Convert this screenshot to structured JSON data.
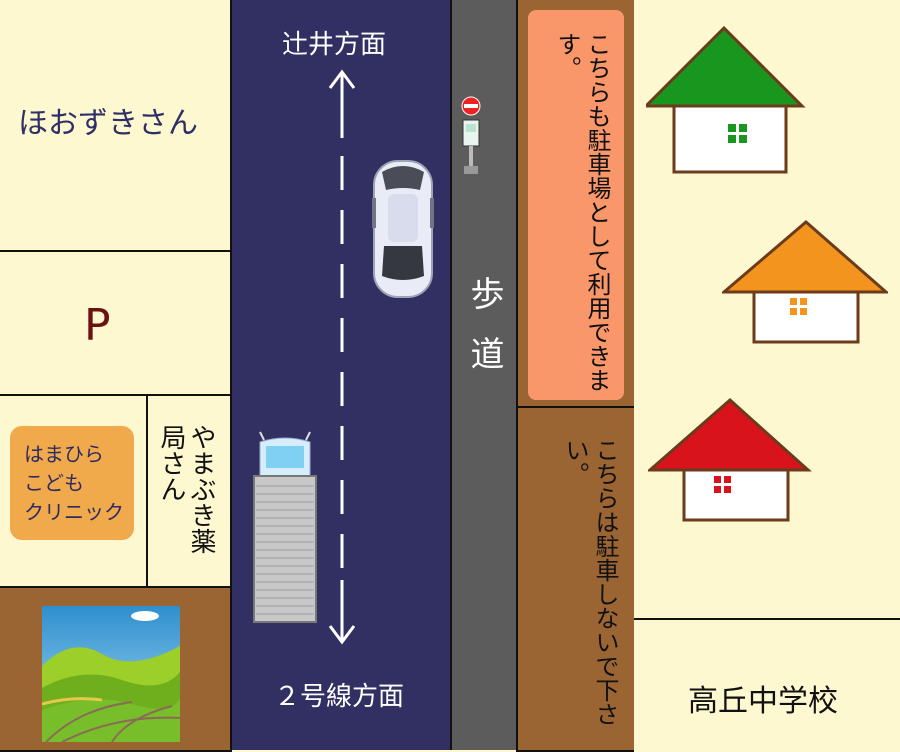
{
  "road": {
    "north_direction": "辻井方面",
    "south_direction": "２号線方面"
  },
  "sidewalk": {
    "label": "歩道"
  },
  "places": {
    "hoozuki": "ほおずきさん",
    "parking": "P",
    "clinic": [
      "はまひら",
      "こども",
      "クリニック"
    ],
    "pharmacy": "やまぶき薬局さん",
    "school": "高丘中学校"
  },
  "parking_notes": {
    "allowed": "こちらも駐車場として利用できます。",
    "forbidden": "こちらは駐車しないで下さい。"
  },
  "colors": {
    "road": "#323063",
    "sidewalk": "#5c5c5c",
    "lot_brown": "#9b6433",
    "allowed_note_bg": "#f9976a",
    "clinic_bg": "#f0aa4c",
    "house_green": "#18961e",
    "house_orange": "#f2941d",
    "house_red": "#d8131c",
    "house_wall_border": "#6b3b1c"
  },
  "icons": [
    "bus-stop-icon",
    "car-icon",
    "truck-icon",
    "house-icon",
    "window-icon",
    "landscape-illustration"
  ]
}
